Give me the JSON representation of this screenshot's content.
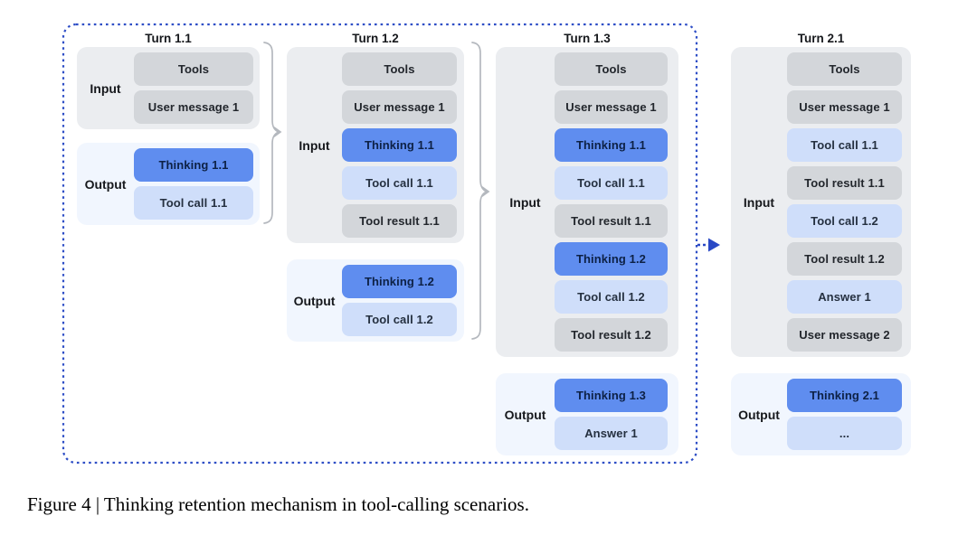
{
  "figure": {
    "caption": "Figure 4 | Thinking retention mechanism in tool-calling scenarios."
  },
  "colors": {
    "boundary_blue": "#2e4ec6",
    "next_turn_arrow_blue": "#2a49c5",
    "thinking_box_blue": "#5f8def",
    "light_blue_box": "#cfdefa",
    "gray_box": "#d3d6da",
    "input_group_bg": "#ebedf0",
    "output_group_bg": "#f1f6fe",
    "brace_gray": "#b4b8be"
  },
  "columns": [
    {
      "title": "Turn 1.1",
      "input": {
        "label": "Input",
        "boxes": [
          {
            "text": "Tools",
            "variant": "gray"
          },
          {
            "text": "User message 1",
            "variant": "gray"
          }
        ]
      },
      "output": {
        "label": "Output",
        "boxes": [
          {
            "text": "Thinking 1.1",
            "variant": "blue"
          },
          {
            "text": "Tool call 1.1",
            "variant": "lightblue"
          }
        ]
      }
    },
    {
      "title": "Turn 1.2",
      "input": {
        "label": "Input",
        "boxes": [
          {
            "text": "Tools",
            "variant": "gray"
          },
          {
            "text": "User message 1",
            "variant": "gray"
          },
          {
            "text": "Thinking 1.1",
            "variant": "blue"
          },
          {
            "text": "Tool call 1.1",
            "variant": "lightblue"
          },
          {
            "text": "Tool result 1.1",
            "variant": "gray"
          }
        ]
      },
      "output": {
        "label": "Output",
        "boxes": [
          {
            "text": "Thinking 1.2",
            "variant": "blue"
          },
          {
            "text": "Tool call 1.2",
            "variant": "lightblue"
          }
        ]
      }
    },
    {
      "title": "Turn 1.3",
      "input": {
        "label": "Input",
        "boxes": [
          {
            "text": "Tools",
            "variant": "gray"
          },
          {
            "text": "User message 1",
            "variant": "gray"
          },
          {
            "text": "Thinking 1.1",
            "variant": "blue"
          },
          {
            "text": "Tool call 1.1",
            "variant": "lightblue"
          },
          {
            "text": "Tool result 1.1",
            "variant": "gray"
          },
          {
            "text": "Thinking 1.2",
            "variant": "blue"
          },
          {
            "text": "Tool call 1.2",
            "variant": "lightblue"
          },
          {
            "text": "Tool result 1.2",
            "variant": "gray"
          }
        ]
      },
      "output": {
        "label": "Output",
        "boxes": [
          {
            "text": "Thinking 1.3",
            "variant": "blue"
          },
          {
            "text": "Answer 1",
            "variant": "lightblue"
          }
        ]
      }
    },
    {
      "title": "Turn 2.1",
      "input": {
        "label": "Input",
        "boxes": [
          {
            "text": "Tools",
            "variant": "gray"
          },
          {
            "text": "User message 1",
            "variant": "gray"
          },
          {
            "text": "Tool call 1.1",
            "variant": "lightblue"
          },
          {
            "text": "Tool result 1.1",
            "variant": "gray"
          },
          {
            "text": "Tool call 1.2",
            "variant": "lightblue"
          },
          {
            "text": "Tool result 1.2",
            "variant": "gray"
          },
          {
            "text": "Answer 1",
            "variant": "lightblue"
          },
          {
            "text": "User message 2",
            "variant": "gray"
          }
        ]
      },
      "output": {
        "label": "Output",
        "boxes": [
          {
            "text": "Thinking 2.1",
            "variant": "blue"
          },
          {
            "text": "...",
            "variant": "lightblue"
          }
        ]
      }
    }
  ]
}
